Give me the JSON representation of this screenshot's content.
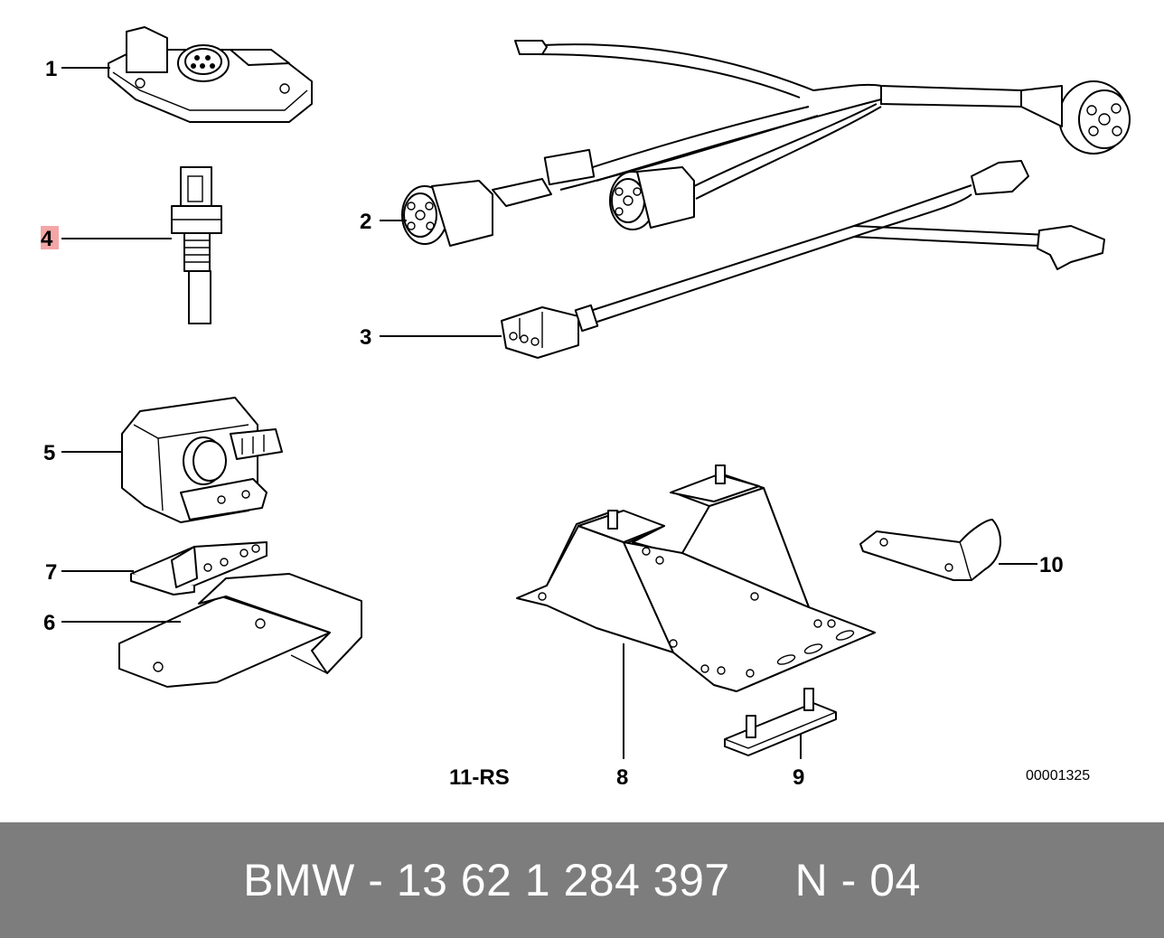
{
  "diagram": {
    "callouts": [
      "1",
      "2",
      "3",
      "4",
      "5",
      "6",
      "7",
      "8",
      "9",
      "10",
      "11-RS"
    ],
    "highlighted_callout": "4",
    "image_code": "00001325",
    "highlight_color": "#f4a6a6"
  },
  "footer": {
    "text": "BMW - 13 62 1 284 397     N - 04",
    "background": "#7d7d7d"
  }
}
